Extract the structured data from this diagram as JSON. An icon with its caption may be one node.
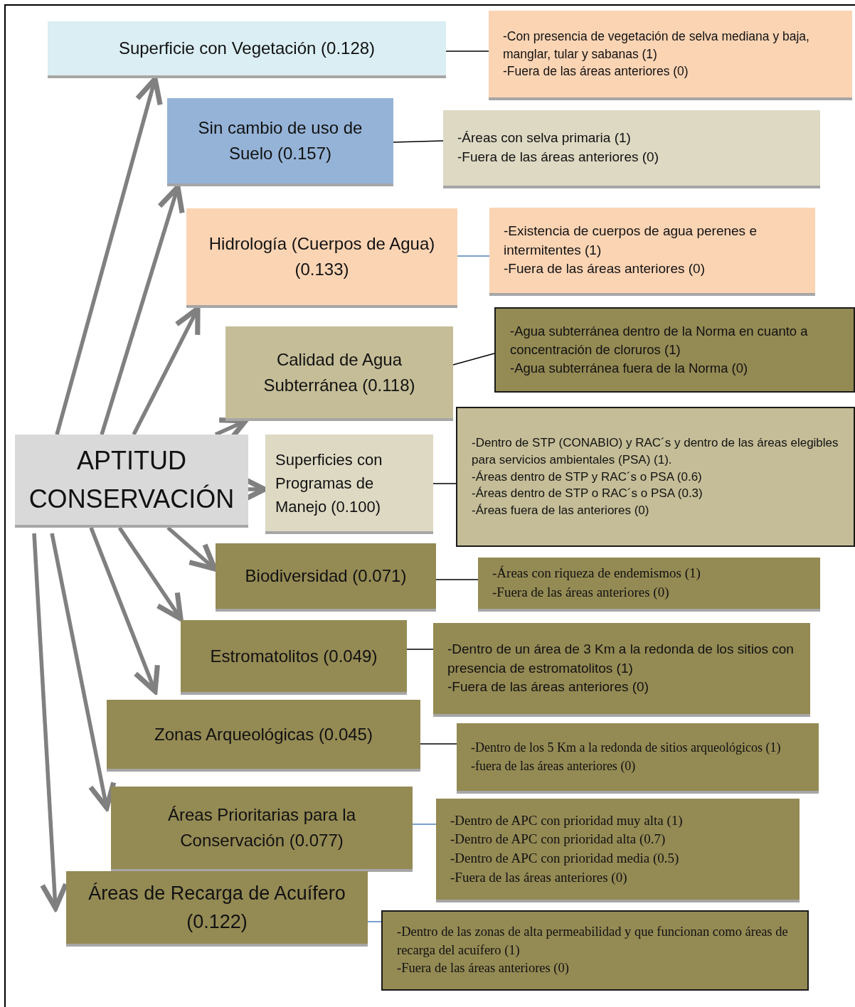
{
  "diagram": {
    "nodes": [
      {
        "text": [
          "APTITUD CONSERVACIÓN"
        ]
      },
      {
        "text": [
          "Superficie con Vegetación (0.128)"
        ]
      },
      {
        "text": [
          "-Con presencia de vegetación de selva mediana y baja, manglar, tular y sabanas (1)",
          "-Fuera de las áreas anteriores (0)"
        ]
      },
      {
        "text": [
          "Sin cambio de uso de Suelo (0.157)"
        ]
      },
      {
        "text": [
          "-Áreas con selva primaria (1)",
          "-Fuera de las áreas anteriores (0)"
        ]
      },
      {
        "text": [
          "Hidrología (Cuerpos de Agua) (0.133)"
        ]
      },
      {
        "text": [
          "-Existencia de cuerpos de agua perenes e intermitentes (1)",
          "-Fuera de las áreas anteriores (0)"
        ]
      },
      {
        "text": [
          "Calidad de Agua Subterránea (0.118)"
        ]
      },
      {
        "text": [
          "-Agua subterránea dentro de la Norma en cuanto a  concentración de cloruros (1)",
          "-Agua subterránea fuera de la Norma (0)"
        ]
      },
      {
        "text": [
          "Superficies con Programas de Manejo (0.100)"
        ]
      },
      {
        "text": [
          "-Dentro de STP (CONABIO) y RAC´s  y dentro de las áreas elegibles para servicios ambientales (PSA) (1).",
          "-Áreas  dentro de STP y RAC´s o PSA (0.6)",
          "-Áreas dentro de STP o RAC´s o PSA (0.3)",
          "-Áreas  fuera de las anteriores (0)"
        ]
      },
      {
        "text": [
          "Biodiversidad (0.071)"
        ]
      },
      {
        "text": [
          "-Áreas con riqueza de endemismos (1)",
          "-Fuera de las áreas anteriores (0)"
        ]
      },
      {
        "text": [
          "Estromatolitos (0.049)"
        ]
      },
      {
        "text": [
          "-Dentro de un área de 3 Km a la redonda de los sitios con presencia de estromatolitos (1)",
          "-Fuera de las áreas anteriores (0)"
        ]
      },
      {
        "text": [
          "Zonas Arqueológicas  (0.045)"
        ]
      },
      {
        "text": [
          "-Dentro de los 5 Km a la redonda de sitios arqueológicos (1)",
          "-fuera de las áreas anteriores (0)"
        ]
      },
      {
        "text": [
          "Áreas Prioritarias para la Conservación  (0.077)"
        ]
      },
      {
        "text": [
          "-Dentro de APC con prioridad muy alta (1)",
          "-Dentro de APC con prioridad alta (0.7)",
          "-Dentro de APC con prioridad media (0.5)",
          "-Fuera de las áreas anteriores (0)"
        ]
      },
      {
        "text": [
          "Áreas de Recarga de Acuífero  (0.122)"
        ]
      },
      {
        "text": [
          "-Dentro de las zonas de alta permeabilidad y que funcionan como áreas de recarga del acuífero (1)",
          "-Fuera de las áreas anteriores (0)"
        ]
      }
    ],
    "edges": [
      {
        "from": 0,
        "to": 1,
        "arrow": "to",
        "style": "thick"
      },
      {
        "from": 0,
        "to": 3,
        "arrow": "to",
        "style": "thick"
      },
      {
        "from": 0,
        "to": 5,
        "arrow": "to",
        "style": "thick"
      },
      {
        "from": 0,
        "to": 7,
        "arrow": "to",
        "style": "thick"
      },
      {
        "from": 0,
        "to": 9,
        "arrow": "to",
        "style": "thick"
      },
      {
        "from": 0,
        "to": 11,
        "arrow": "to",
        "style": "thick"
      },
      {
        "from": 0,
        "to": 13,
        "arrow": "to",
        "style": "thick"
      },
      {
        "from": 0,
        "to": 15,
        "arrow": "to",
        "style": "thick"
      },
      {
        "from": 0,
        "to": 17,
        "arrow": "to",
        "style": "thick"
      },
      {
        "from": 0,
        "to": 19,
        "arrow": "to",
        "style": "thick"
      },
      {
        "from": 1,
        "to": 2,
        "arrow": "none",
        "color": "#000000"
      },
      {
        "from": 3,
        "to": 4,
        "arrow": "none",
        "color": "#000000"
      },
      {
        "from": 5,
        "to": 6,
        "arrow": "none",
        "color": "#4f81bd"
      },
      {
        "from": 7,
        "to": 8,
        "arrow": "none",
        "color": "#000000"
      },
      {
        "from": 9,
        "to": 10,
        "arrow": "none",
        "color": "#000000"
      },
      {
        "from": 11,
        "to": 12,
        "arrow": "none",
        "color": "#000000"
      },
      {
        "from": 13,
        "to": 14,
        "arrow": "none",
        "color": "#000000"
      },
      {
        "from": 15,
        "to": 16,
        "arrow": "none",
        "color": "#000000"
      },
      {
        "from": 17,
        "to": 18,
        "arrow": "none",
        "color": "#4f81bd"
      },
      {
        "from": 19,
        "to": 20,
        "arrow": "none",
        "color": "#4f81bd"
      }
    ]
  }
}
